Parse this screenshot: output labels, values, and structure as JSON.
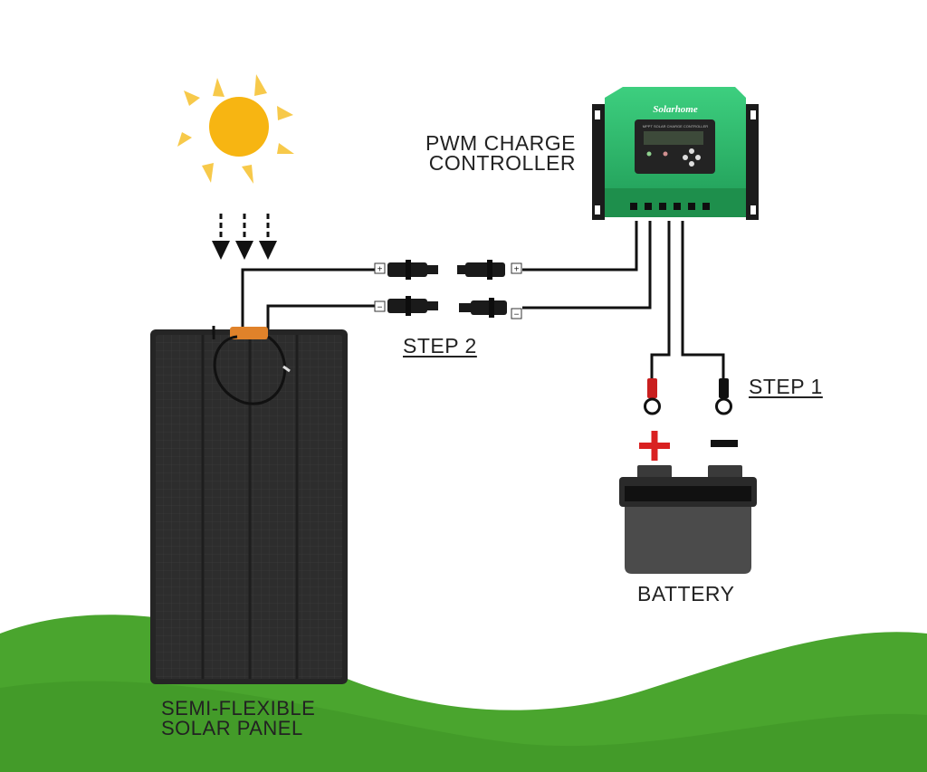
{
  "labels": {
    "controller_line1": "PWM CHARGE",
    "controller_line2": "CONTROLLER",
    "step2": "STEP 2",
    "step1": "STEP 1",
    "battery": "BATTERY",
    "panel_line1": "SEMI-FLEXIBLE",
    "panel_line2": "SOLAR PANEL"
  },
  "controller": {
    "brand": "Solarhome",
    "screen_caption": "MPPT SOLAR CHARGE CONTROLLER"
  },
  "polarity": {
    "plus": "+",
    "minus": "−"
  },
  "colors": {
    "sun": "#f7b512",
    "grass": "#4aa52e",
    "controller_body": "#2eb36a",
    "panel": "#2b2b2b",
    "battery": "#3a3a3a",
    "positive": "#d92121",
    "negative": "#111111"
  }
}
